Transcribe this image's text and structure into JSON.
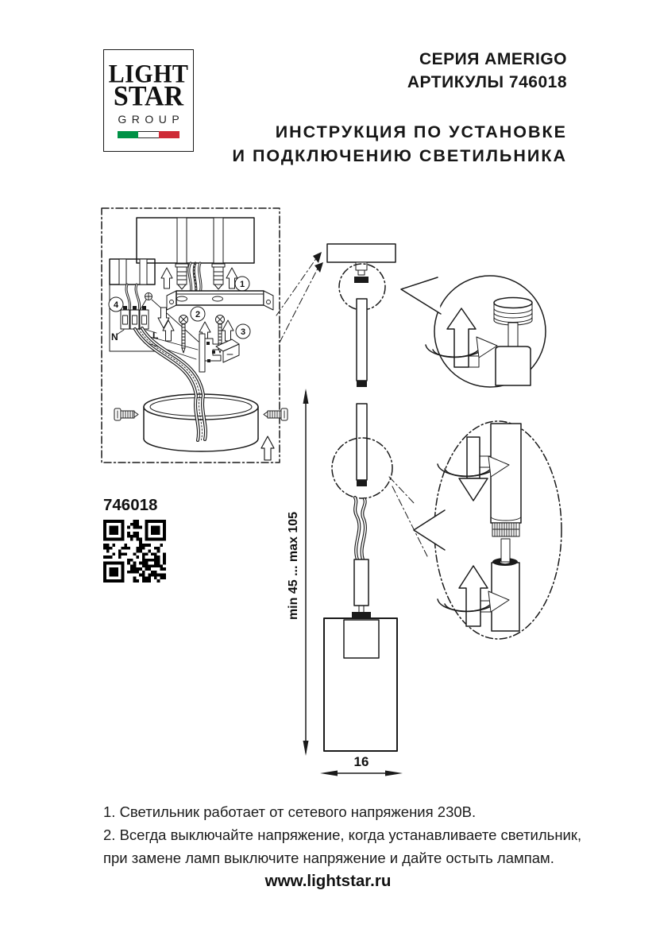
{
  "header": {
    "logo_line1": "LIGHT",
    "logo_line2": "STAR",
    "logo_line3": "GROUP",
    "series_title": "СЕРИЯ AMERIGO",
    "articles_title": "АРТИКУЛЫ 746018",
    "instruction_title_line1": "ИНСТРУКЦИЯ ПО УСТАНОВКЕ",
    "instruction_title_line2": "И ПОДКЛЮЧЕНИЮ СВЕТИЛЬНИКА"
  },
  "diagram": {
    "article_number": "746018",
    "step_1": "1",
    "step_2": "2",
    "step_3": "3",
    "step_4": "4",
    "terminal_n": "N",
    "terminal_l": "L",
    "height_dimension": "min 45 ... max 105",
    "width_dimension": "16"
  },
  "footer": {
    "note_1": "1. Светильник работает от сетевого напряжения 230В.",
    "note_2a": "2. Всегда выключайте напряжение, когда устанавливаете светильник,",
    "note_2b": "при замене ламп выключите напряжение и дайте остыть лампам.",
    "website": "www.lightstar.ru"
  },
  "colors": {
    "flag_green": "#009246",
    "flag_red": "#ce2b37",
    "ink": "#1a1a1a"
  }
}
